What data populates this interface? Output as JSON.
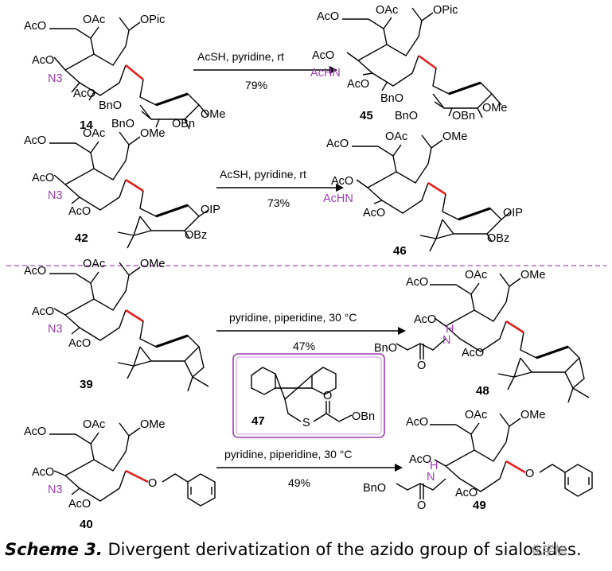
{
  "compounds": {
    "c14": "14",
    "c45": "45",
    "c42": "42",
    "c46": "46",
    "c39": "39",
    "c48": "48",
    "c47": "47",
    "c40": "40",
    "c49": "49"
  },
  "groups": {
    "aco": "AcO",
    "oac": "OAc",
    "opic": "OPic",
    "ome": "OMe",
    "n3": "N3",
    "achn": "AcHN",
    "bno": "BnO",
    "obn": "OBn",
    "ip": "OIP",
    "obz": "OBz",
    "h": "H",
    "n": "N"
  },
  "reactions": [
    {
      "conditions": "AcSH, pyridine, rt",
      "yield": "79%"
    },
    {
      "conditions": "AcSH, pyridine, rt",
      "yield": "73%"
    },
    {
      "conditions": "pyridine, piperidine, 30 °C",
      "yield": "47%"
    },
    {
      "conditions": "pyridine, piperidine, 30 °C",
      "yield": "49%"
    }
  ],
  "reagent47": {
    "s": "S",
    "o": "O",
    "obn": "OBn"
  },
  "caption": {
    "label": "Scheme 3.",
    "text": "Divergent derivatization of the azido group of sialosides."
  },
  "watermark": "化学加",
  "colors": {
    "highlight_bond": "#e0201e",
    "nitrogen_text": "#9b3fb0",
    "divider": "#b36bc7"
  }
}
